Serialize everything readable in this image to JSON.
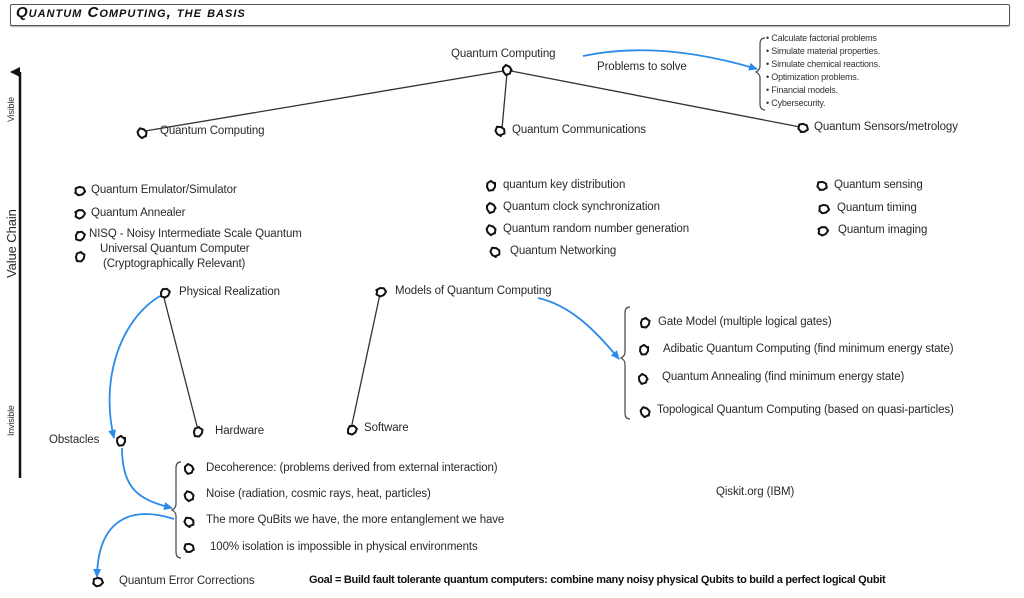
{
  "title": "Quantum Computing, the basis",
  "axis": {
    "label": "Value Chain",
    "top": "Visible",
    "bottom": "Invisible"
  },
  "root": {
    "label": "Quantum Computing",
    "problems_arrow_label": "Problems to solve",
    "problems": [
      "Calculate factorial problems",
      "Simulate material properties.",
      "Simulate chemical reactions.",
      "Optimization problems.",
      "Financial models.",
      "Cybersecurity."
    ]
  },
  "branches": {
    "computing": {
      "label": "Quantum Computing",
      "items": [
        "Quantum Emulator/Simulator",
        "Quantum Annealer",
        "NISQ - Noisy Intermediate Scale Quantum",
        "Universal Quantum Computer",
        "(Cryptographically Relevant)"
      ]
    },
    "communications": {
      "label": "Quantum Communications",
      "items": [
        "quantum key distribution",
        "Quantum clock synchronization",
        "Quantum random number generation",
        "Quantum Networking"
      ]
    },
    "sensors": {
      "label": "Quantum Sensors/metrology",
      "items": [
        "Quantum sensing",
        "Quantum timing",
        "Quantum imaging"
      ]
    }
  },
  "physical": {
    "label": "Physical Realization",
    "hardware": "Hardware",
    "obstacles_label": "Obstacles",
    "obstacles": [
      "Decoherence: (problems derived from external interaction)",
      "Noise (radiation, cosmic rays, heat, particles)",
      "The more QuBits we have, the more entanglement we have",
      "100% isolation is impossible in physical environments"
    ],
    "error_correction": "Quantum Error Corrections"
  },
  "models": {
    "label": "Models of Quantum Computing",
    "software": "Software",
    "items": [
      "Gate Model (multiple logical gates)",
      "Adibatic Quantum Computing (find minimum energy state)",
      "Quantum Annealing (find minimum energy state)",
      "Topological Quantum Computing (based on quasi-particles)"
    ]
  },
  "qiskit": "Qiskit.org (IBM)",
  "goal": "Goal = Build fault tolerante quantum computers: combine many noisy physical Qubits to build a perfect logical Qubit",
  "colors": {
    "ink": "#222222",
    "arrow": "#2a8be8"
  }
}
